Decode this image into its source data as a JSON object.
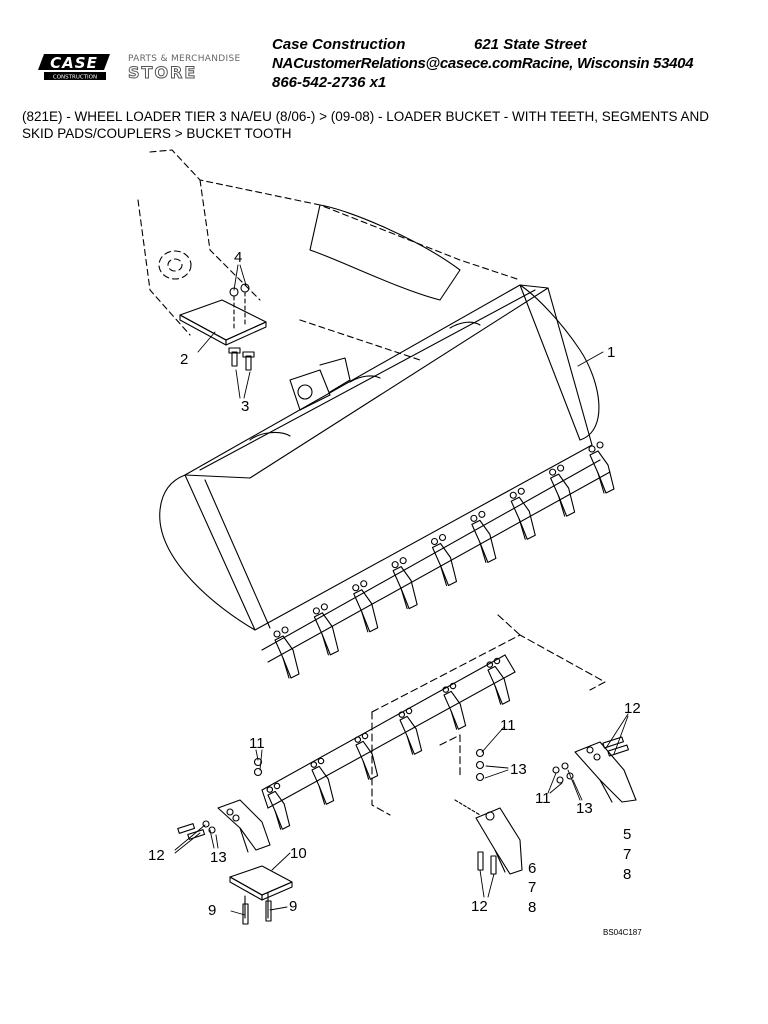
{
  "header": {
    "logo_text": "CASE",
    "logo_sub": "CONSTRUCTION",
    "store_top": "PARTS & MERCHANDISE",
    "store_main": "STORE",
    "company": "Case Construction",
    "street": "621 State Street",
    "email_city": "NACustomerRelations@casece.comRacine, Wisconsin 53404",
    "phone": "866-542-2736 x1"
  },
  "breadcrumb": "(821E) - WHEEL LOADER TIER 3 NA/EU (8/06-) > (09-08) - LOADER BUCKET - WITH TEETH, SEGMENTS AND SKID PADS/COUPLERS > BUCKET TOOTH",
  "diagram": {
    "callouts": {
      "c1": "1",
      "c2": "2",
      "c3": "3",
      "c4": "4",
      "c5": "5",
      "c6": "6",
      "c7a": "7",
      "c7b": "7",
      "c8a": "8",
      "c8b": "8",
      "c9a": "9",
      "c9b": "9",
      "c10": "10",
      "c11a": "11",
      "c11b": "11",
      "c11c": "11",
      "c12a": "12",
      "c12b": "12",
      "c12c": "12",
      "c13a": "13",
      "c13b": "13",
      "c13c": "13"
    },
    "drawing_code": "BS04C187",
    "line_color": "#000000"
  }
}
